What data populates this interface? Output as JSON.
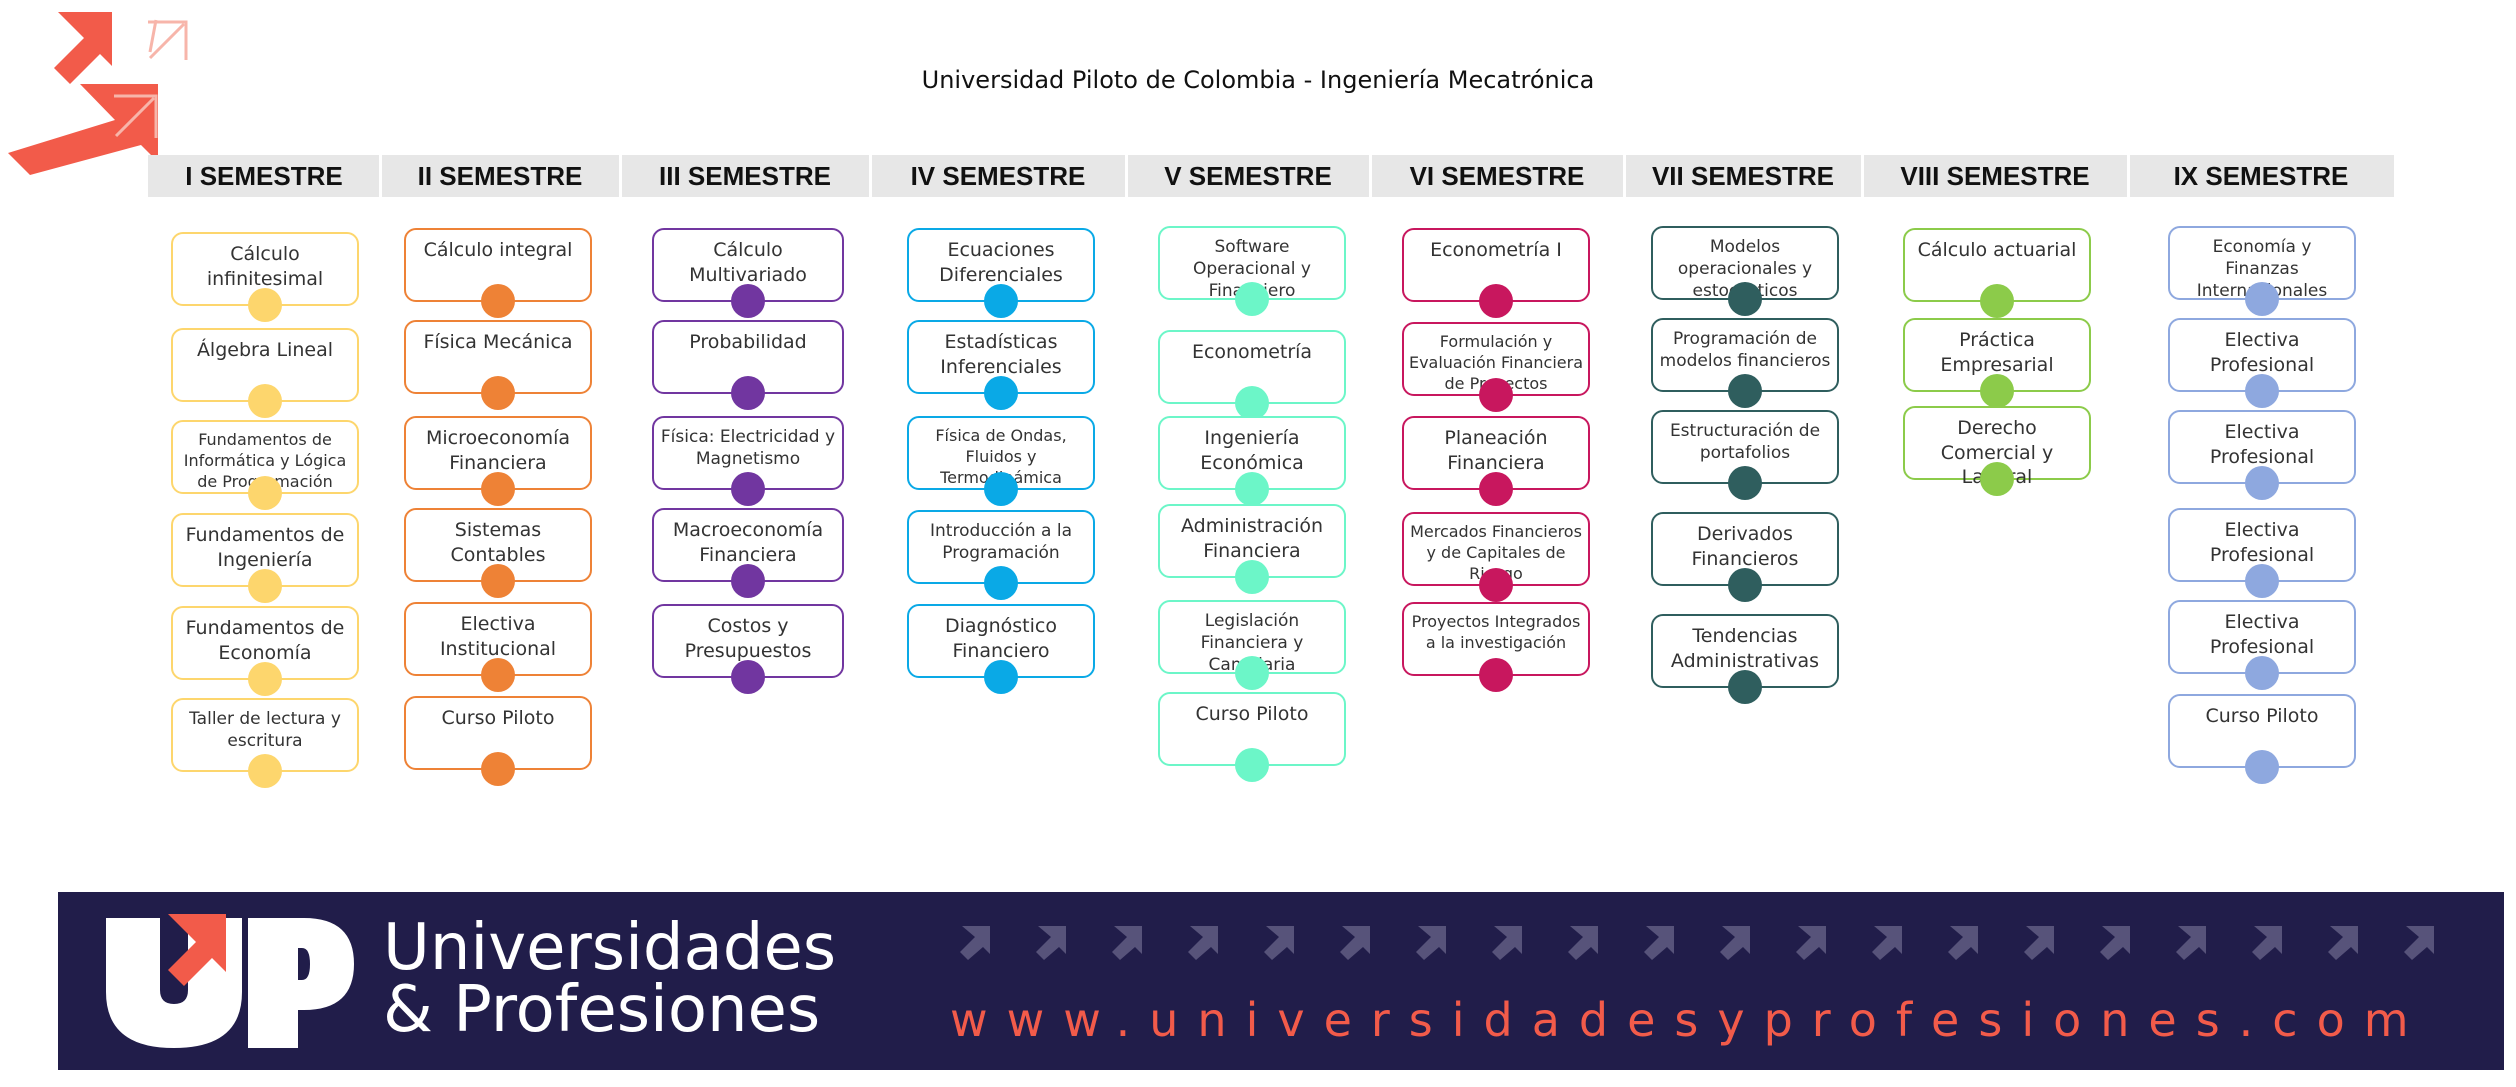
{
  "title": "Universidad Piloto de Colombia - Ingeniería Mecatrónica",
  "colors": {
    "header_bg": "#e7e7e7",
    "banner_bg": "#211d4a",
    "brand_red": "#f25b4a",
    "sem1": "#fdd66d",
    "sem2": "#ee8236",
    "sem3": "#7136a0",
    "sem4": "#0aa9e6",
    "sem5": "#6cf6c8",
    "sem6": "#c8175e",
    "sem7": "#2f5e5e",
    "sem8": "#8ccb4a",
    "sem9": "#8ea8df"
  },
  "semesters": [
    {
      "header": "I SEMESTRE",
      "color": "#fdd66d",
      "courses": [
        "Cálculo infinitesimal",
        "Álgebra Lineal",
        "Fundamentos de Informática y Lógica de Programación",
        "Fundamentos de Ingeniería",
        "Fundamentos de Economía",
        "Taller de lectura y escritura"
      ]
    },
    {
      "header": "II SEMESTRE",
      "color": "#ee8236",
      "courses": [
        "Cálculo integral",
        "Física Mecánica",
        "Microeconomía Financiera",
        "Sistemas Contables",
        "Electiva Institucional",
        "Curso Piloto"
      ]
    },
    {
      "header": "III SEMESTRE",
      "color": "#7136a0",
      "courses": [
        "Cálculo Multivariado",
        "Probabilidad",
        "Física: Electricidad y Magnetismo",
        "Macroeconomía Financiera",
        "Costos y Presupuestos"
      ]
    },
    {
      "header": "IV SEMESTRE",
      "color": "#0aa9e6",
      "courses": [
        "Ecuaciones Diferenciales",
        "Estadísticas Inferenciales",
        "Física de Ondas, Fluidos y Termodinámica",
        "Introducción a la Programación",
        "Diagnóstico Financiero"
      ]
    },
    {
      "header": "V SEMESTRE",
      "color": "#6cf6c8",
      "courses": [
        "Software Operacional y Financiero",
        "Econometría",
        "Ingeniería Económica",
        "Administración Financiera",
        "Legislación Financiera y Cambiaria",
        "Curso Piloto"
      ]
    },
    {
      "header": "VI SEMESTRE",
      "color": "#c8175e",
      "courses": [
        "Econometría I",
        "Formulación y Evaluación Financiera de Proyectos",
        "Planeación Financiera",
        "Mercados Financieros y de Capitales de Riesgo",
        "Proyectos Integrados a la investigación"
      ]
    },
    {
      "header": "VII SEMESTRE",
      "color": "#2f5e5e",
      "courses": [
        "Modelos operacionales y estocásticos",
        "Programación de modelos financieros",
        "Estructuración de portafolios",
        "Derivados Financieros",
        "Tendencias Administrativas"
      ]
    },
    {
      "header": "VIII SEMESTRE",
      "color": "#8ccb4a",
      "courses": [
        "Cálculo actuarial",
        "Práctica Empresarial",
        "Derecho Comercial y Laboral"
      ]
    },
    {
      "header": "IX SEMESTRE",
      "color": "#8ea8df",
      "courses": [
        "Economía y Finanzas Internacionales",
        "Electiva Profesional",
        "Electiva Profesional",
        "Electiva Profesional",
        "Electiva Profesional",
        "Curso Piloto"
      ]
    }
  ],
  "banner": {
    "logo_letters": "UP",
    "brand_line1": "Universidades",
    "brand_line2": "& Profesiones",
    "website": "www.universidadesyprofesiones.com"
  }
}
